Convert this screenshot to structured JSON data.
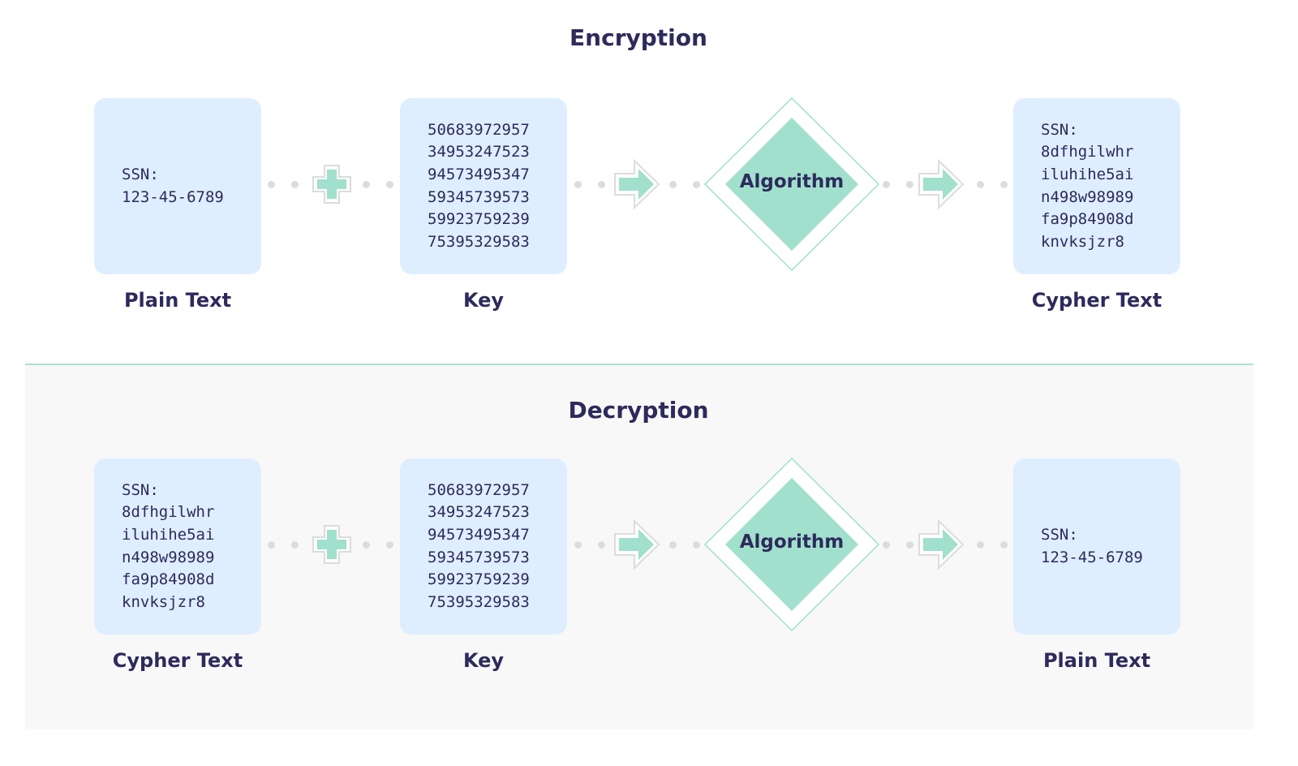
{
  "colors": {
    "box": "#dfeeff",
    "accent": "#a0e0cc",
    "text": "#2e2a5c",
    "divider": "#a8e3d0",
    "panel": "#f8f8f8"
  },
  "encryption": {
    "title": "Encryption",
    "input": {
      "label": "Plain Text",
      "lines": [
        "SSN:",
        "123-45-6789"
      ]
    },
    "key": {
      "label": "Key",
      "lines": [
        "50683972957",
        "34953247523",
        "94573495347",
        "59345739573",
        "59923759239",
        "75395329583"
      ]
    },
    "algorithm": "Algorithm",
    "output": {
      "label": "Cypher Text",
      "lines": [
        "SSN:",
        "8dfhgilwhr",
        "iluhihe5ai",
        "n498w98989",
        "fa9p84908d",
        "knvksjzr8"
      ]
    }
  },
  "decryption": {
    "title": "Decryption",
    "input": {
      "label": "Cypher Text",
      "lines": [
        "SSN:",
        "8dfhgilwhr",
        "iluhihe5ai",
        "n498w98989",
        "fa9p84908d",
        "knvksjzr8"
      ]
    },
    "key": {
      "label": "Key",
      "lines": [
        "50683972957",
        "34953247523",
        "94573495347",
        "59345739573",
        "59923759239",
        "75395329583"
      ]
    },
    "algorithm": "Algorithm",
    "output": {
      "label": "Plain Text",
      "lines": [
        "SSN:",
        "123-45-6789"
      ]
    }
  }
}
